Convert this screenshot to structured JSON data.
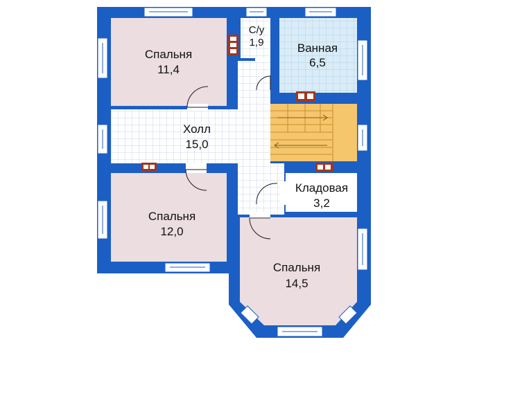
{
  "rooms": {
    "bedroom_nw": {
      "name": "Спальня",
      "area": "11,4"
    },
    "wc": {
      "name": "С/у",
      "area": "1,9"
    },
    "bath": {
      "name": "Ванная",
      "area": "6,5"
    },
    "hall": {
      "name": "Холл",
      "area": "15,0"
    },
    "storage": {
      "name": "Кладовая",
      "area": "3,2"
    },
    "bedroom_sw": {
      "name": "Спальня",
      "area": "12,0"
    },
    "bedroom_se": {
      "name": "Спальня",
      "area": "14,5"
    }
  },
  "colors": {
    "wall": "#1c5fc4",
    "bedroom": "#ecdde0",
    "tile": "#ffffff",
    "tile_grid": "#c9d3e8",
    "bath": "#d9ecf7",
    "stair": "#f5c66c",
    "chimney": "#a2361f"
  }
}
